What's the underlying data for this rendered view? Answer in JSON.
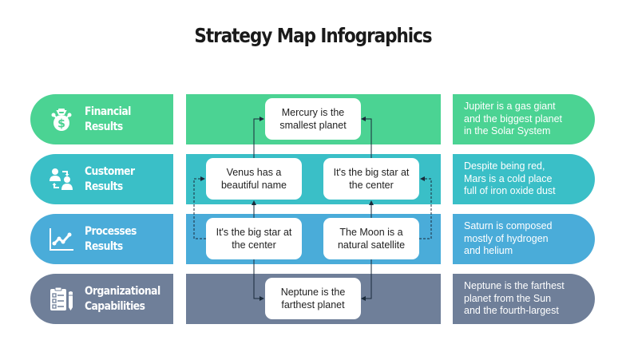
{
  "title": "Strategy Map Infographics",
  "colors": {
    "financial": "#4bd393",
    "customer": "#3abfc7",
    "processes": "#4aacd9",
    "organizational": "#6f7f99",
    "connector": "#1a2a3a"
  },
  "rows": [
    {
      "category": "Financial\nResults",
      "category_line1": "Financial",
      "category_line2": "Results",
      "icon": "money-bag-stopwatch-icon",
      "description": "Jupiter is a gas giant\nand the biggest planet\nin the Solar System"
    },
    {
      "category_line1": "Customer",
      "category_line2": "Results",
      "icon": "customers-exchange-icon",
      "description": "Despite being red,\nMars is a cold place\nfull of iron oxide dust"
    },
    {
      "category_line1": "Processes",
      "category_line2": "Results",
      "icon": "line-chart-icon",
      "description": "Saturn is composed\nmostly of hydrogen\nand helium"
    },
    {
      "category_line1": "Organizational",
      "category_line2": "Capabilities",
      "icon": "clipboard-checklist-icon",
      "description": "Neptune is the farthest\nplanet from the Sun\nand the fourth-largest"
    }
  ],
  "nodes": {
    "mercury": "Mercury is the\nsmallest planet",
    "venus": "Venus has a\nbeautiful name",
    "sun_top": "It's the big star at\nthe center",
    "sun_bottom": "It's the big star at\nthe center",
    "moon": "The Moon is a\nnatural satellite",
    "neptune": "Neptune is the\nfarthest planet"
  }
}
